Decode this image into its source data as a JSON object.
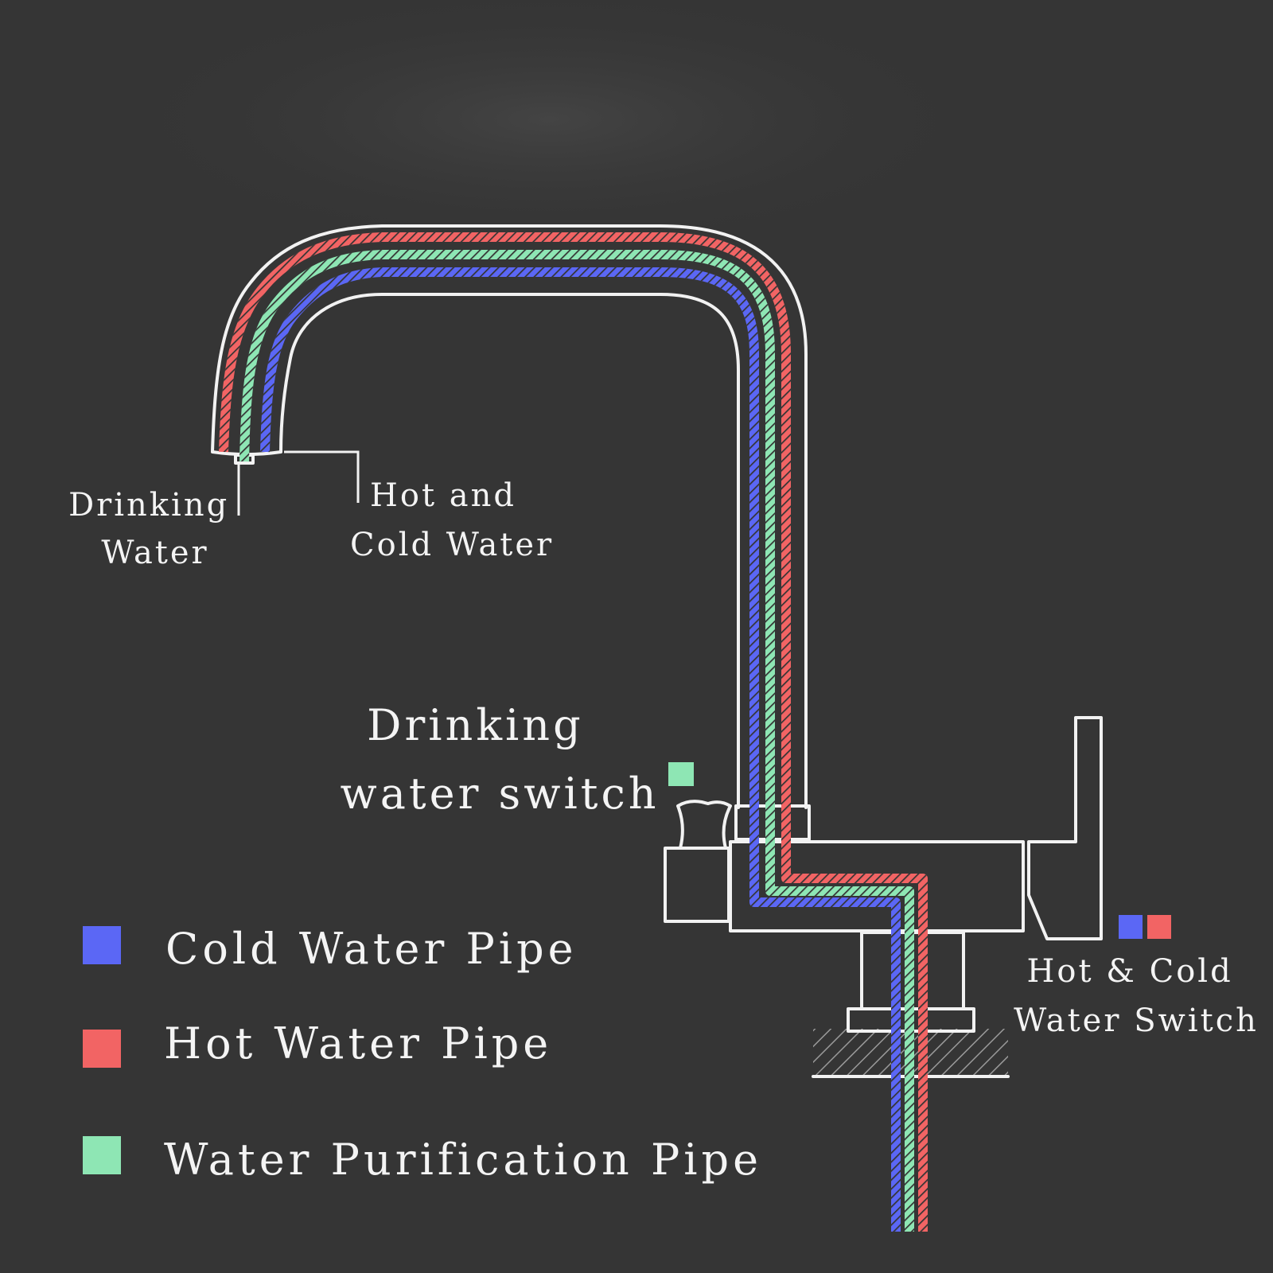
{
  "colors": {
    "background": "#353535",
    "outline": "#f2f2f2",
    "cold": "#5b67f5",
    "hot": "#f26464",
    "purification": "#8ee6b4"
  },
  "labels": {
    "drinking_water": [
      "Drinking",
      "Water"
    ],
    "hot_and_cold_water": [
      "Hot and",
      "Cold Water"
    ],
    "drinking_water_switch": [
      "Drinking",
      "water switch"
    ],
    "hot_cold_water_switch": [
      "Hot & Cold",
      "Water Switch"
    ]
  },
  "legend": [
    {
      "label": "Cold Water Pipe",
      "color": "#5b67f5"
    },
    {
      "label": "Hot Water Pipe",
      "color": "#f26464"
    },
    {
      "label": "Water Purification Pipe",
      "color": "#8ee6b4"
    }
  ]
}
